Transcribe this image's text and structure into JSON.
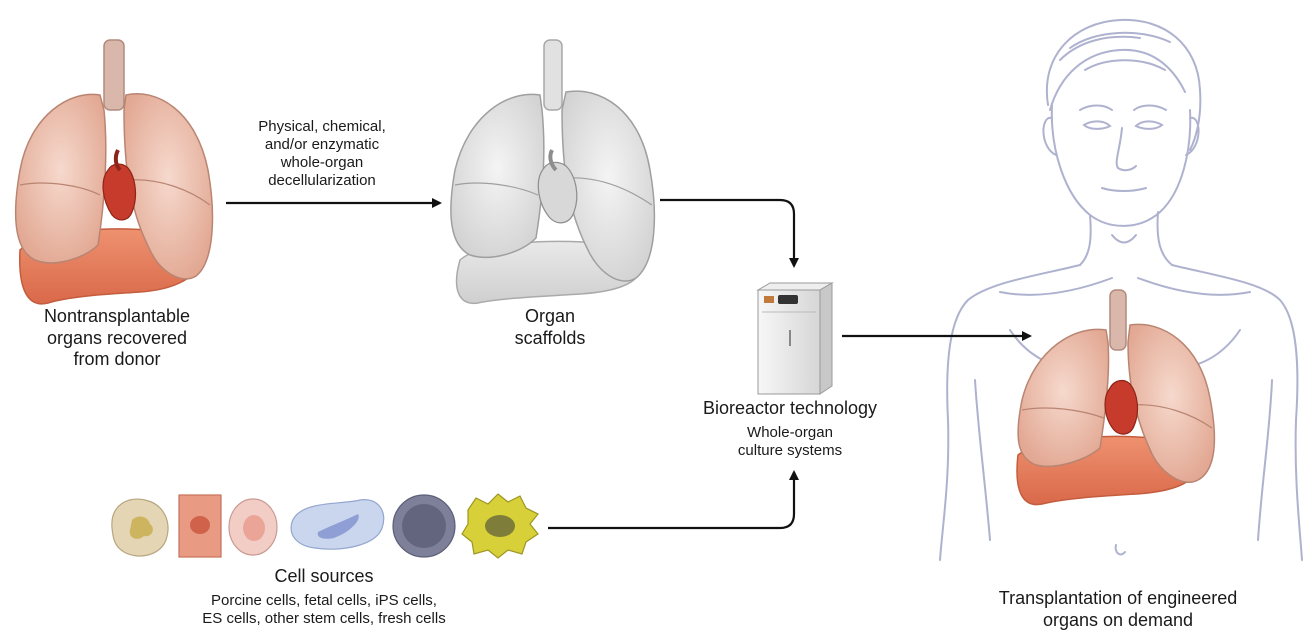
{
  "diagram": {
    "step_decell": {
      "lines": [
        "Physical, chemical,",
        "and/or enzymatic",
        "whole-organ",
        "decellularization"
      ]
    },
    "donor": {
      "lines": [
        "Nontransplantable",
        "organs recovered",
        "from donor"
      ]
    },
    "scaffold": {
      "lines": [
        "Organ",
        "scaffolds"
      ]
    },
    "bioreactor": {
      "title": "Bioreactor technology",
      "subtitle_lines": [
        "Whole-organ",
        "culture systems"
      ]
    },
    "cells": {
      "title": "Cell sources",
      "detail_lines": [
        "Porcine cells, fetal cells, iPS cells,",
        "ES cells, other stem cells, fresh cells"
      ]
    },
    "transplant": {
      "lines": [
        "Transplantation of engineered",
        "organs on demand"
      ]
    }
  },
  "colors": {
    "lung_fresh": "#efc3b3",
    "liver_fresh": "#e98263",
    "heart": "#c63b2b",
    "scaffold": "#e6e6e6",
    "sketch": "#aeb2cf",
    "arrow": "#111111"
  }
}
